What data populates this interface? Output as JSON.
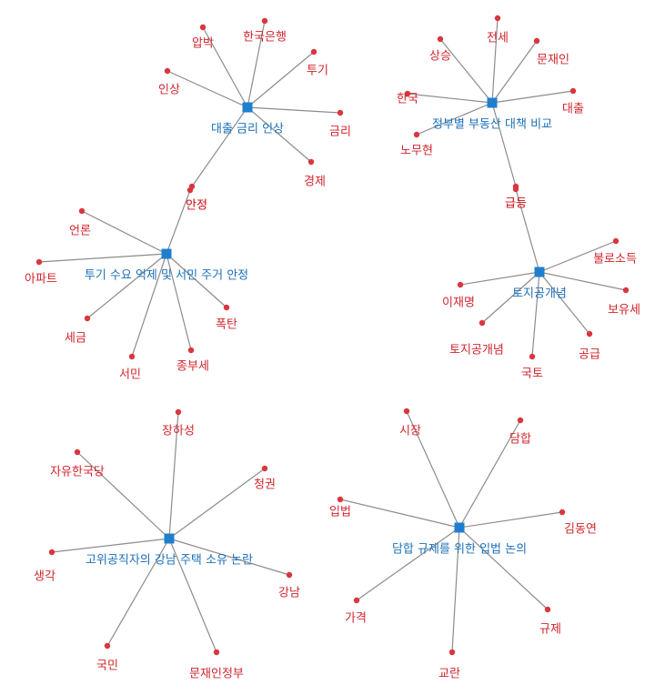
{
  "colors": {
    "hub": "#1f7fcf",
    "hub_text": "#1a6fb8",
    "leaf": "#d9363e",
    "leaf_text": "#d0252d",
    "edge": "#8c8c8c"
  },
  "clusters": [
    {
      "hub": "대출 금리 인상",
      "leaves": [
        "압박",
        "한국은행",
        "투기",
        "금리",
        "경제",
        "인상",
        "안정"
      ]
    },
    {
      "hub": "정부별 부동산 대책 비교",
      "leaves": [
        "상승",
        "전세",
        "문재인",
        "대출",
        "한국",
        "노무현",
        "급등"
      ]
    },
    {
      "hub": "투기 수요 억제 및 서민 주거 안정",
      "leaves": [
        "언론",
        "아파트",
        "세금",
        "서민",
        "종부세",
        "폭탄",
        "안정"
      ]
    },
    {
      "hub": "토지공개념",
      "leaves": [
        "불로소득",
        "이재명",
        "보유세",
        "토지공개념",
        "국토",
        "공급",
        "급등"
      ]
    },
    {
      "hub": "고위공직자의 강남 주택 소유 논란",
      "leaves": [
        "장하성",
        "자유한국당",
        "청권",
        "생각",
        "강남",
        "국민",
        "문재인정부"
      ]
    },
    {
      "hub": "담합 규제를 위한 입법 논의",
      "leaves": [
        "시장",
        "담합",
        "입법",
        "김동연",
        "가격",
        "규제",
        "교란"
      ]
    }
  ]
}
